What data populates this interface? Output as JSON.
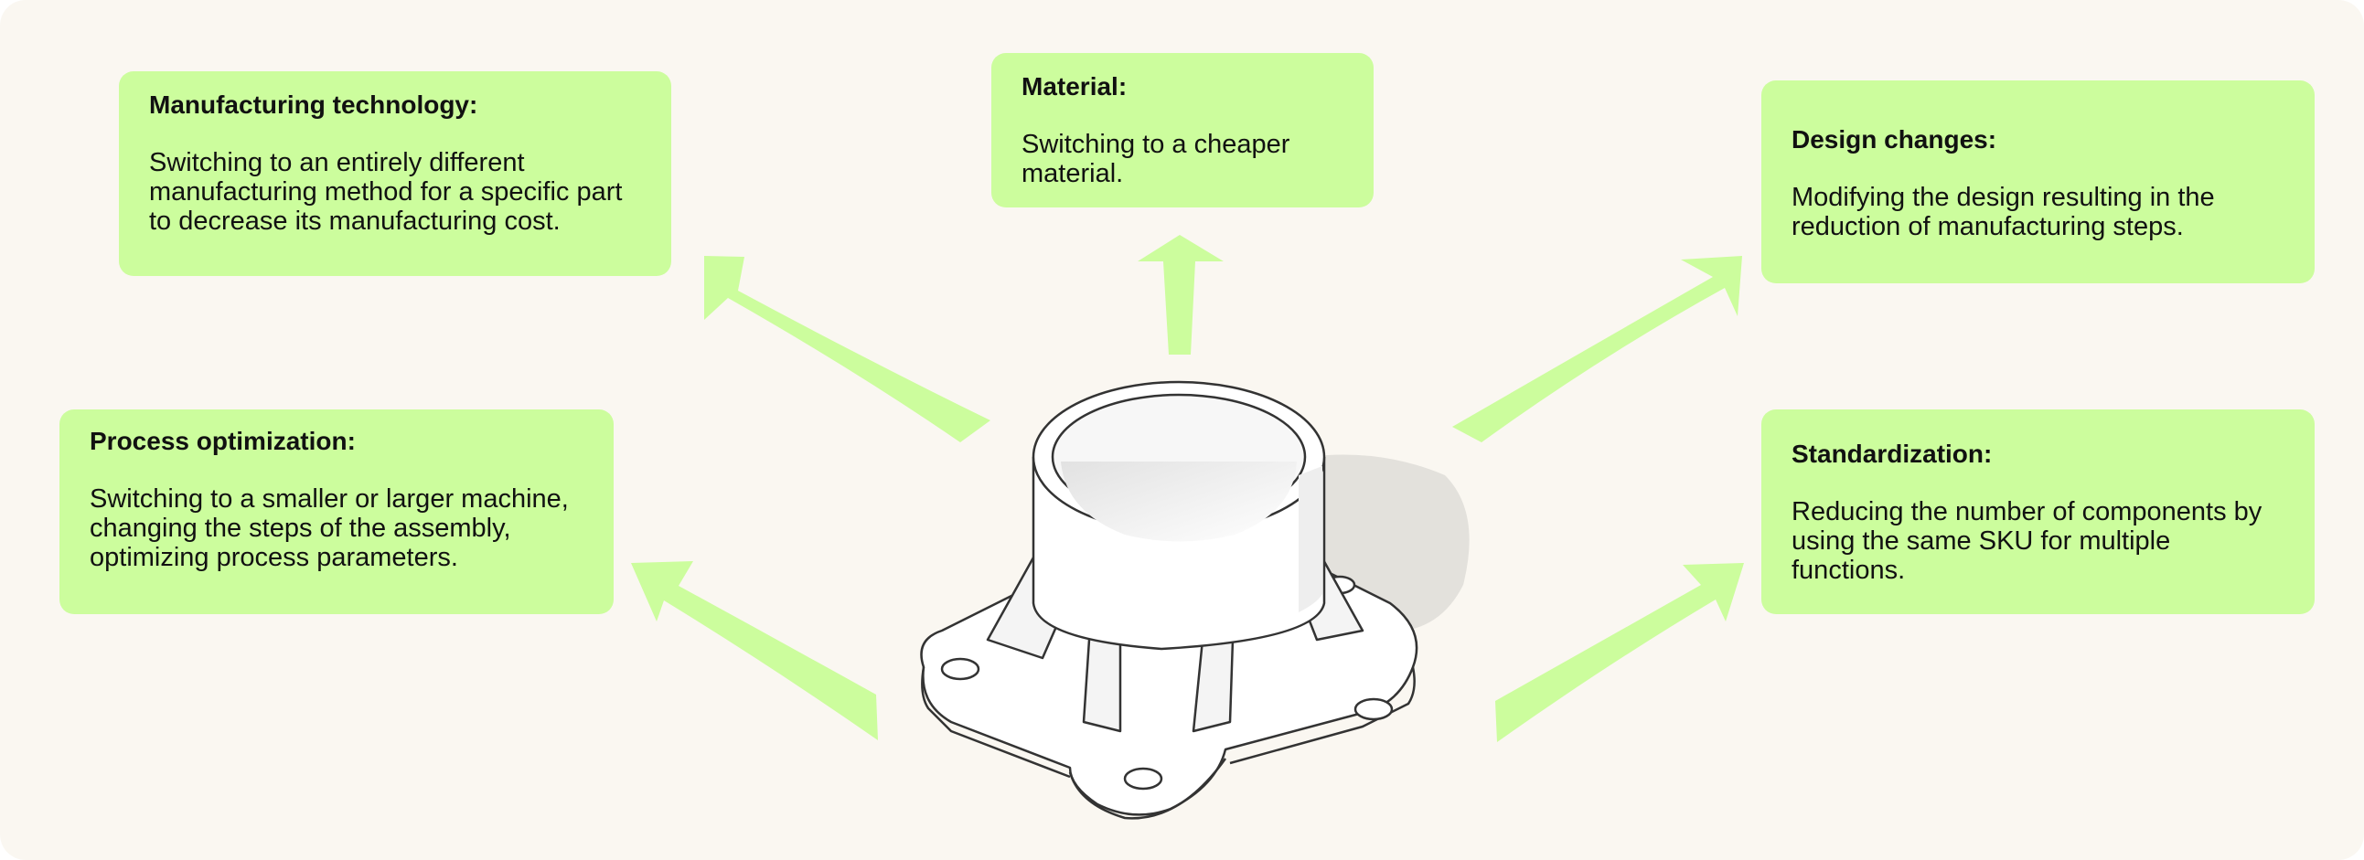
{
  "colors": {
    "background": "#faf7f1",
    "card_fill": "#ccfd9d",
    "arrow_fill": "#ccfd9d",
    "text": "#111111"
  },
  "cards": {
    "manufacturing": {
      "title": "Manufacturing technology:",
      "body": "Switching to an entirely different manufacturing method for a specific part to decrease its manufacturing cost."
    },
    "material": {
      "title": "Material:",
      "body": "Switching to a cheaper material."
    },
    "design": {
      "title": "Design changes:",
      "body": "Modifying the design resulting in the reduction of manufacturing steps."
    },
    "process": {
      "title": "Process optimization:",
      "body": "Switching to a smaller or larger machine, changing the steps of the assembly, optimizing process parameters."
    },
    "standardization": {
      "title": "Standardization:",
      "body": "Reducing the number of components by using the same SKU for multiple functions."
    }
  },
  "center_image": "flanged-pipe-fitting-part"
}
